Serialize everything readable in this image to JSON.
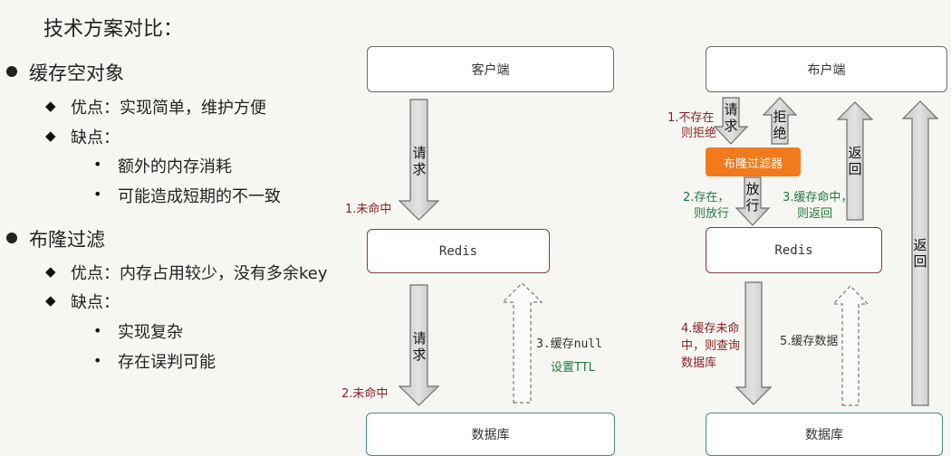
{
  "title": "技术方案对比：",
  "left": {
    "section1": {
      "heading": "缓存空对象",
      "pros": "优点：实现简单，维护方便",
      "cons": "缺点：",
      "cons_items": [
        "额外的内存消耗",
        "可能造成短期的不一致"
      ]
    },
    "section2": {
      "heading": "布隆过滤",
      "pros": "优点：内存占用较少，没有多余key",
      "cons": "缺点：",
      "cons_items": [
        "实现复杂",
        "存在误判可能"
      ]
    },
    "markers": {
      "l1": "●",
      "l2": "◆",
      "l3": "•"
    }
  },
  "diagram1": {
    "client": "客户端",
    "redis": "Redis",
    "db": "数据库",
    "request1": "请求",
    "miss1": "1.未命中",
    "request2": "请求",
    "miss2": "2.未命中",
    "cache_null": "3.缓存null",
    "set_ttl": "设置TTL"
  },
  "diagram2": {
    "client": "布户端",
    "filter": "布隆过滤器",
    "redis": "Redis",
    "db": "数据库",
    "request": "请求",
    "reject": "拒绝",
    "not_exist": [
      "1.不存在",
      "则拒绝"
    ],
    "exists": [
      "2.存在，",
      "则放行"
    ],
    "release": "放行",
    "hit": [
      "3.缓存命中，",
      "则返回"
    ],
    "return1": "返回",
    "return2": "返回",
    "miss": [
      "4.缓存未命",
      "中，则查询",
      "数据库"
    ],
    "cache_data": "5.缓存数据"
  }
}
